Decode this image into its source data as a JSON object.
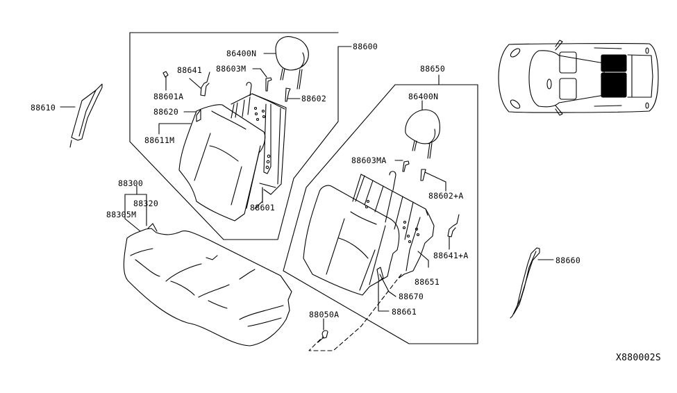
{
  "diagram": {
    "code": "X880002S",
    "groups": [
      {
        "id": "88600",
        "label": "88600"
      },
      {
        "id": "88650",
        "label": "88650"
      }
    ],
    "parts": {
      "p88610": "88610",
      "p86400N_left": "86400N",
      "p88641": "88641",
      "p88603M": "88603M",
      "p88601A": "88601A",
      "p88602": "88602",
      "p88620": "88620",
      "p88611M": "88611M",
      "p88601": "88601",
      "p88300": "88300",
      "p88320": "88320",
      "p88305M": "88305M",
      "p86400N_right": "86400N",
      "p88603MA": "88603MA",
      "p88602A": "88602+A",
      "p88641A": "88641+A",
      "p88651": "88651",
      "p88670": "88670",
      "p88661": "88661",
      "p88050A": "88050A",
      "p88660": "88660"
    },
    "highlight_color": "#000000"
  }
}
